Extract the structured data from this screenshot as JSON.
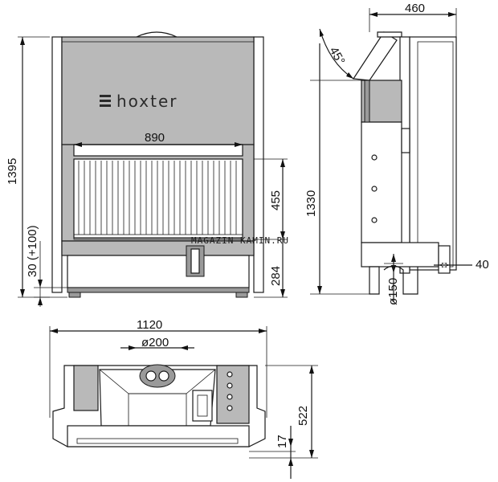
{
  "brand_logo": "hoxter",
  "watermark": "MAGAZIN-KAMIN.RU",
  "dimensions": {
    "front_height_total": "1395",
    "front_width_glass": "890",
    "front_glass_height": "455",
    "front_base_height": "284",
    "front_leg_adjust": "30 (+100)",
    "side_depth": "460",
    "side_angle": "45°",
    "side_height": "1330",
    "side_offset": "40",
    "side_air_diameter": "ø150",
    "top_width": "1120",
    "top_flue_diameter": "ø200",
    "top_depth": "522",
    "top_gap": "17"
  }
}
